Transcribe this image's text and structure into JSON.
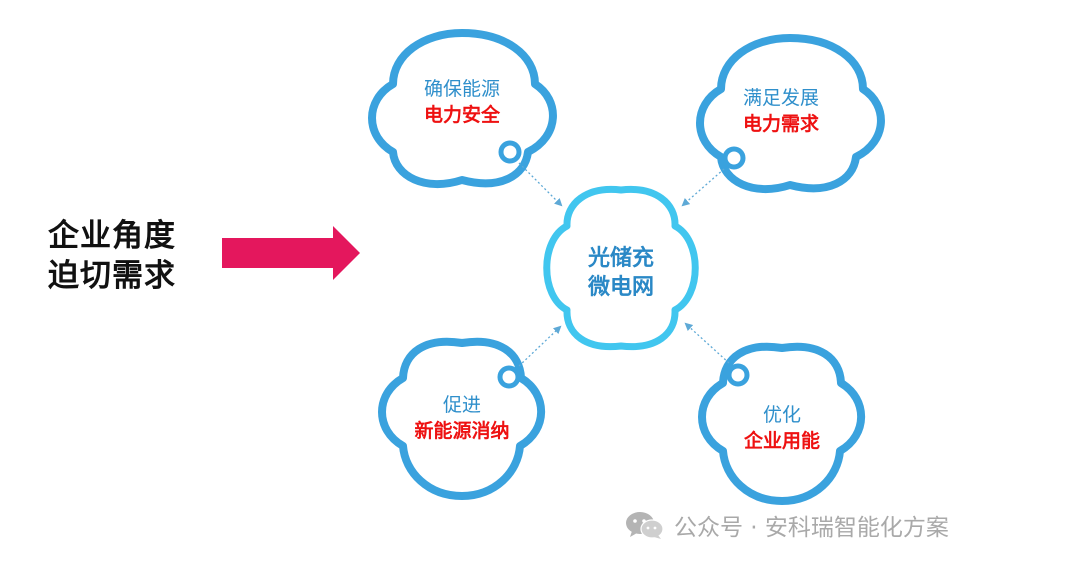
{
  "left_title": {
    "line1": "企业角度",
    "line2": "迫切需求"
  },
  "center": {
    "line1": "光储充",
    "line2": "微电网"
  },
  "bubbles": [
    {
      "line1": "确保能源",
      "line2": "电力安全"
    },
    {
      "line1": "满足发展",
      "line2": "电力需求"
    },
    {
      "line1": "促进",
      "line2": "新能源消纳"
    },
    {
      "line1": "优化",
      "line2": "企业用能"
    }
  ],
  "watermark": {
    "icon": "wechat-icon",
    "text": "公众号 · 安科瑞智能化方案"
  },
  "colors": {
    "arrow": "#e4175d",
    "bubble_stroke": "#3aa2de",
    "center_stroke": "#41c6ef",
    "text_blue": "#2f8fcb",
    "text_red": "#ee1111"
  }
}
